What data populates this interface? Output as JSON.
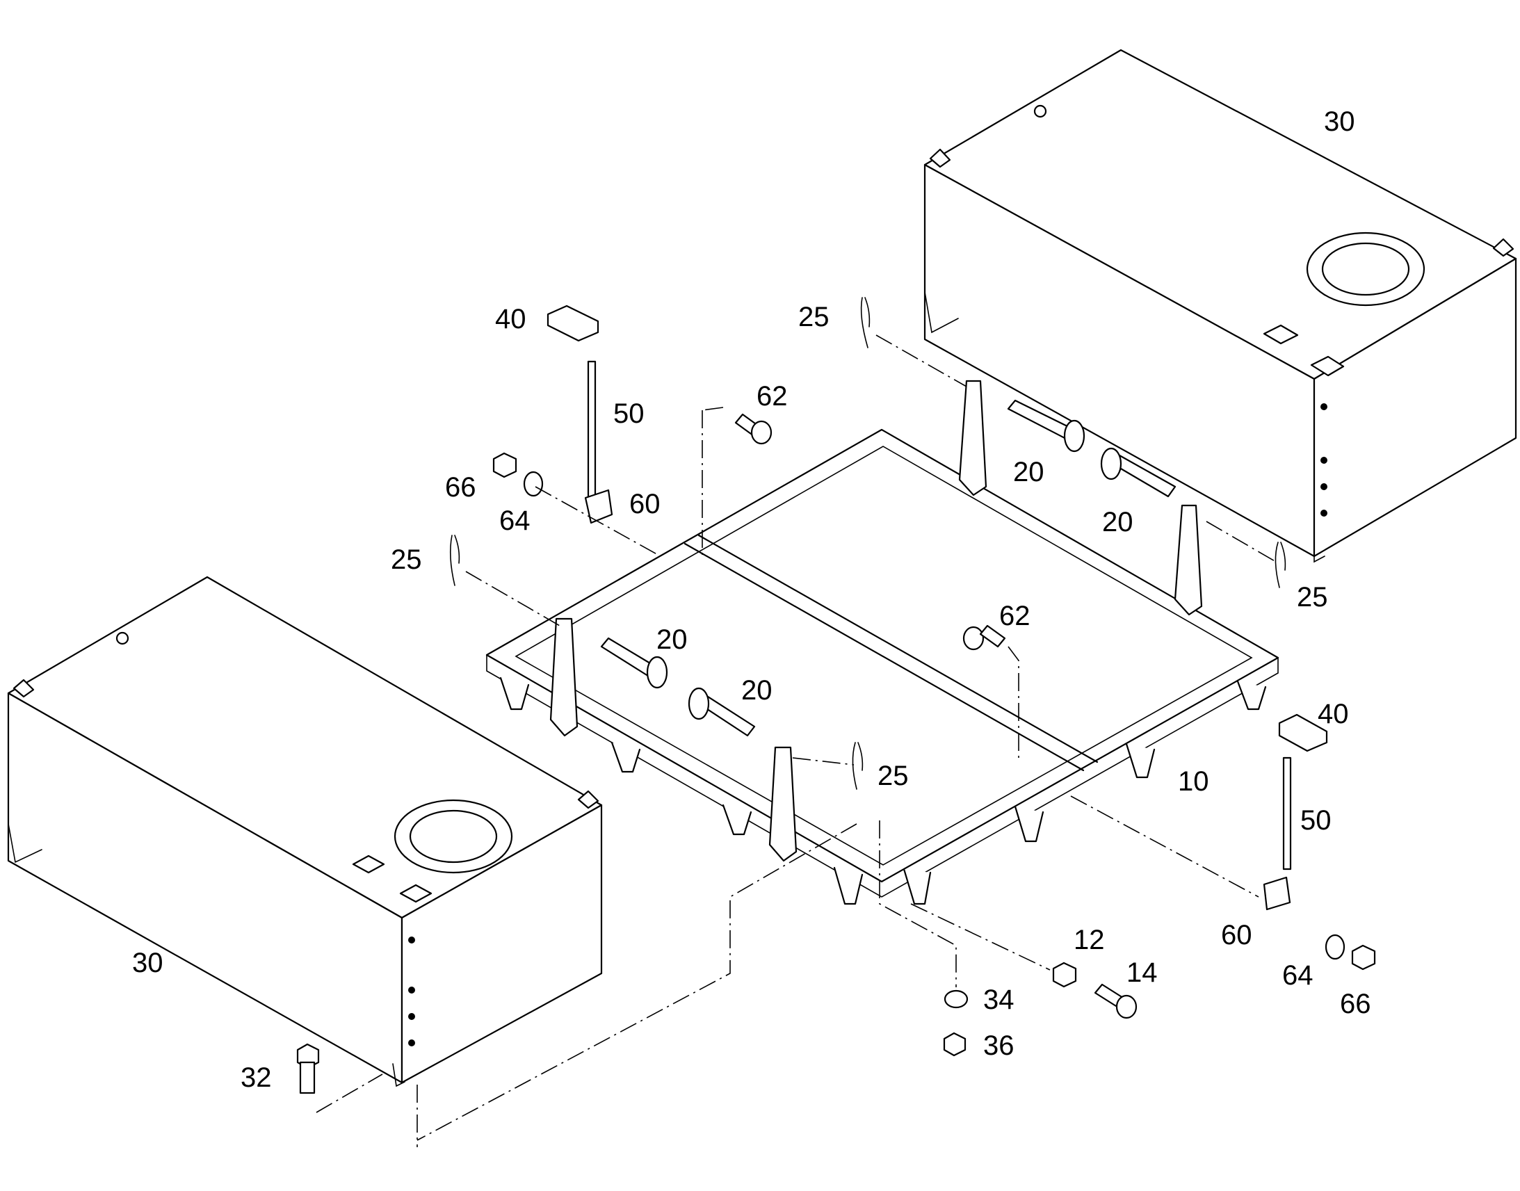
{
  "diagram": {
    "type": "exploded-parts-view",
    "callouts": {
      "tank_right": "30",
      "tank_left": "30",
      "frame": "10",
      "pin_tr_a": "20",
      "pin_tr_b": "20",
      "pin_l_a": "20",
      "pin_l_b": "20",
      "cotter_tr_l": "25",
      "cotter_tr_r": "25",
      "cotter_l_l": "25",
      "cotter_l_r": "25",
      "bracket_l": "40",
      "bracket_r": "40",
      "rod_l": "50",
      "rod_r": "50",
      "clamp_l": "60",
      "clamp_r": "60",
      "bolt_top": "62",
      "bolt_mid": "62",
      "washer_l": "64",
      "washer_r": "64",
      "nut_l": "66",
      "nut_r": "66",
      "nut_12": "12",
      "bolt_14": "14",
      "bolt_32": "32",
      "washer_34": "34",
      "nut_36": "36"
    }
  }
}
